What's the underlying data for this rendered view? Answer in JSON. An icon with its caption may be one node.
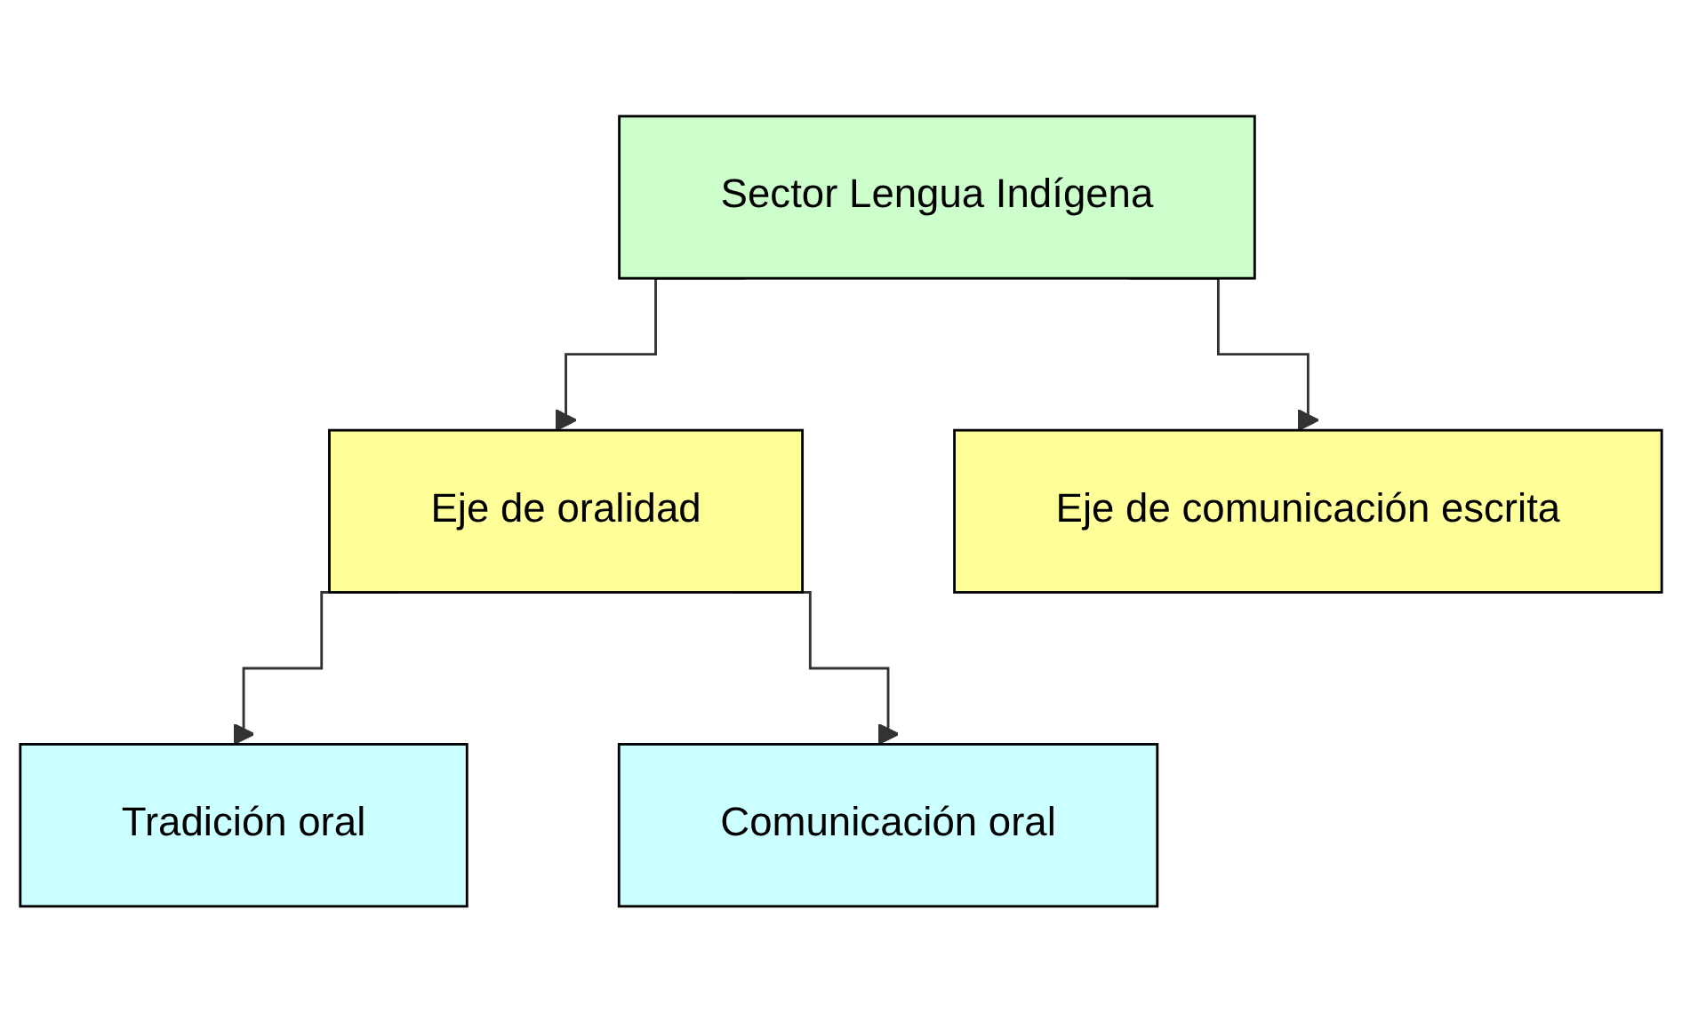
{
  "diagram": {
    "nodes": [
      {
        "text": [
          "Sector Lengua Indígena"
        ]
      },
      {
        "text": [
          "Eje de oralidad"
        ]
      },
      {
        "text": [
          "Eje de comunicación escrita"
        ]
      },
      {
        "text": [
          "Tradición oral"
        ]
      },
      {
        "text": [
          "Comunicación oral"
        ]
      }
    ],
    "edges": [
      {
        "from": 0,
        "to": 1,
        "arrow": "to"
      },
      {
        "from": 0,
        "to": 2,
        "arrow": "to"
      },
      {
        "from": 1,
        "to": 3,
        "arrow": "to"
      },
      {
        "from": 1,
        "to": 4,
        "arrow": "to"
      }
    ]
  }
}
